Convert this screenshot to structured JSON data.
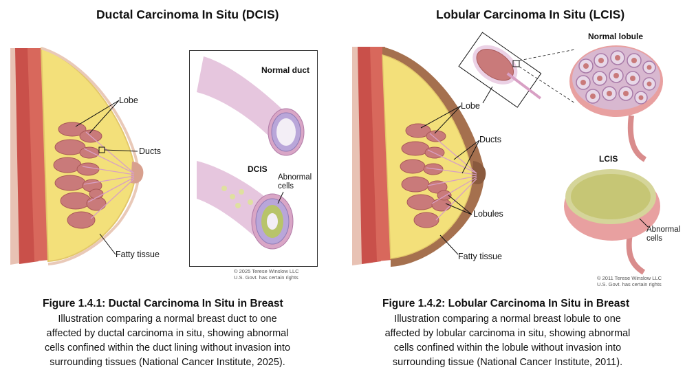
{
  "left": {
    "title": "Ductal Carcinoma In Situ (DCIS)",
    "labels": {
      "lobe": "Lobe",
      "ducts": "Ducts",
      "fatty": "Fatty tissue"
    },
    "inset": {
      "normal_duct": "Normal duct",
      "dcis": "DCIS",
      "abnormal_1": "Abnormal",
      "abnormal_2": "cells"
    },
    "credit_1": "© 2025 Terese Winslow LLC",
    "credit_2": "U.S. Govt. has certain rights",
    "caption_title": "Figure 1.4.1: Ductal Carcinoma In Situ in Breast",
    "caption_lines": [
      "Illustration comparing a normal breast duct to one",
      "affected by ductal carcinoma in situ, showing abnormal",
      "cells confined within the duct lining without invasion into",
      "surrounding tissues (National Cancer Institute, 2025)."
    ]
  },
  "right": {
    "title": "Lobular Carcinoma In Situ (LCIS)",
    "labels": {
      "lobe": "Lobe",
      "ducts": "Ducts",
      "lobules": "Lobules",
      "fatty": "Fatty tissue"
    },
    "normal_lobule": "Normal lobule",
    "lcis": "LCIS",
    "abnormal_1": "Abnormal",
    "abnormal_2": "cells",
    "credit_1": "© 2011 Terese Winslow LLC",
    "credit_2": "U.S. Govt. has certain rights",
    "caption_title": "Figure 1.4.2: Lobular Carcinoma In Situ in Breast",
    "caption_lines": [
      "Illustration comparing a normal breast lobule to one",
      "affected by lobular carcinoma in situ, showing abnormal",
      "cells confined within the lobule without invasion into",
      "surrounding tissue (National Cancer Institute, 2011)."
    ]
  },
  "colors": {
    "fat": "#f3e07a",
    "muscle": "#c9504a",
    "lobe_tissue": "#c97a7a",
    "skin": "#e9c9b8",
    "duct_wall": "#d9a6c6",
    "cell": "#b9a6d9",
    "abnormal_cell": "#b8c46a"
  }
}
